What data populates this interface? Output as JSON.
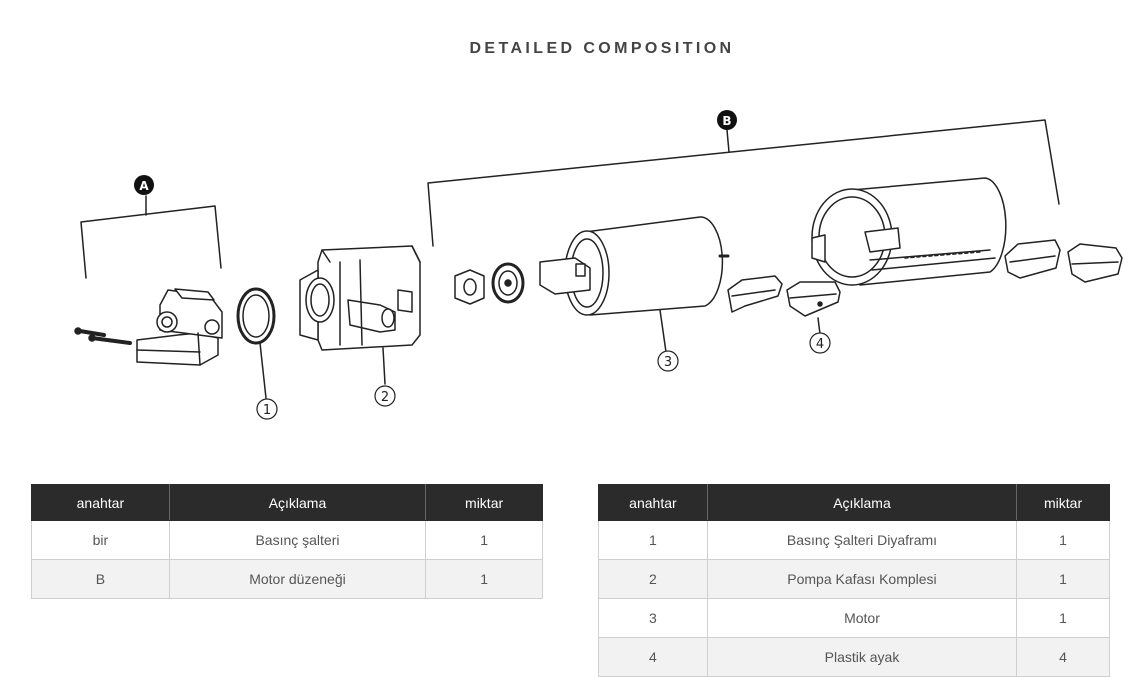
{
  "title": "DETAILED COMPOSITION",
  "callouts": {
    "group_a": "A",
    "group_b": "B",
    "part_1": "1",
    "part_2": "2",
    "part_3": "3",
    "part_4": "4"
  },
  "table_left": {
    "headers": [
      "anahtar",
      "Açıklama",
      "miktar"
    ],
    "rows": [
      [
        "bir",
        "Basınç şalteri",
        "1"
      ],
      [
        "B",
        "Motor düzeneği",
        "1"
      ]
    ]
  },
  "table_right": {
    "headers": [
      "anahtar",
      "Açıklama",
      "miktar"
    ],
    "rows": [
      [
        "1",
        "Basınç Şalteri Diyaframı",
        "1"
      ],
      [
        "2",
        "Pompa Kafası Komplesi",
        "1"
      ],
      [
        "3",
        "Motor",
        "1"
      ],
      [
        "4",
        "Plastik ayak",
        "4"
      ]
    ]
  }
}
